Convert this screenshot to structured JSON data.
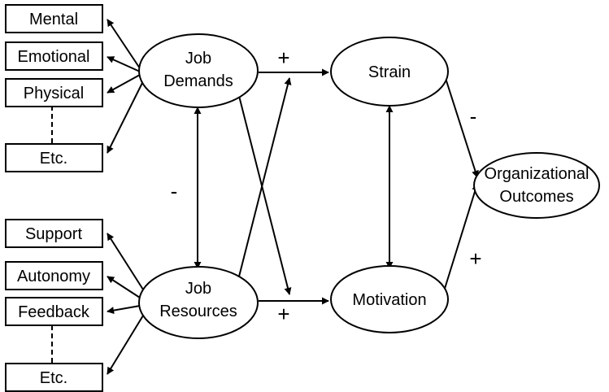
{
  "demand_boxes": [
    "Mental",
    "Emotional",
    "Physical",
    "Etc."
  ],
  "resource_boxes": [
    "Support",
    "Autonomy",
    "Feedback",
    "Etc."
  ],
  "job_demands": [
    "Job",
    "Demands"
  ],
  "job_resources": [
    "Job",
    "Resources"
  ],
  "strain": "Strain",
  "motivation": "Motivation",
  "organizational_outcomes": [
    "Organizational",
    "Outcomes"
  ],
  "signs": {
    "demands_to_strain": "+",
    "resources_to_motivation": "+",
    "demands_resources": "-",
    "strain_to_outcomes": "-",
    "motivation_to_outcomes": "+"
  }
}
